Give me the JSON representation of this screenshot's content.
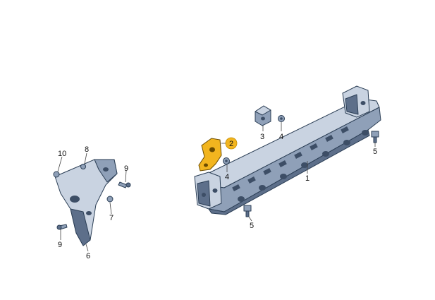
{
  "diagram": {
    "highlight_color": "#f2b51f",
    "part_color": "#8fa0b8",
    "callouts": {
      "c1": "1",
      "c2": "2",
      "c3": "3",
      "c4a": "4",
      "c4b": "4",
      "c5a": "5",
      "c5b": "5",
      "c6": "6",
      "c7": "7",
      "c8": "8",
      "c9a": "9",
      "c9b": "9",
      "c10": "10"
    }
  }
}
